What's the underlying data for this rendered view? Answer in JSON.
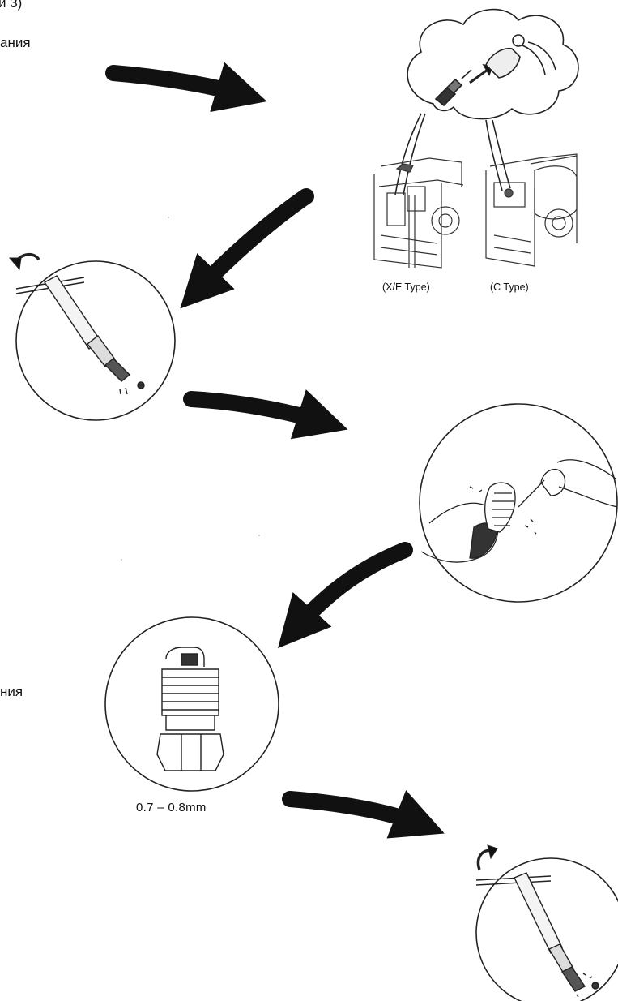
{
  "fragments": {
    "top_partial": "и 3)",
    "upper_partial": "ания",
    "lower_partial": "ния"
  },
  "captions": {
    "xe_type": "(X/E Type)",
    "c_type": "(C Type)"
  },
  "gap_spec": "0.7 – 0.8mm",
  "colors": {
    "ink": "#111111",
    "paper": "#ffffff"
  }
}
